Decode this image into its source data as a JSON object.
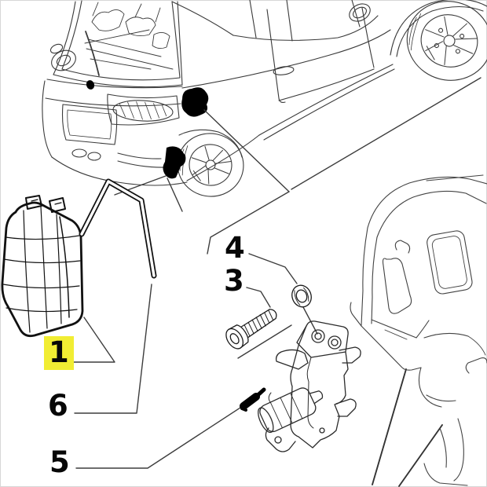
{
  "diagram": {
    "background_color": "#ffffff",
    "line_color": "#2e2e2e",
    "highlight_color": "#f1ed33",
    "callouts": [
      {
        "label": "1",
        "highlighted": true
      },
      {
        "label": "3",
        "highlighted": false
      },
      {
        "label": "4",
        "highlighted": false
      },
      {
        "label": "5",
        "highlighted": false
      },
      {
        "label": "6",
        "highlighted": false
      }
    ]
  }
}
